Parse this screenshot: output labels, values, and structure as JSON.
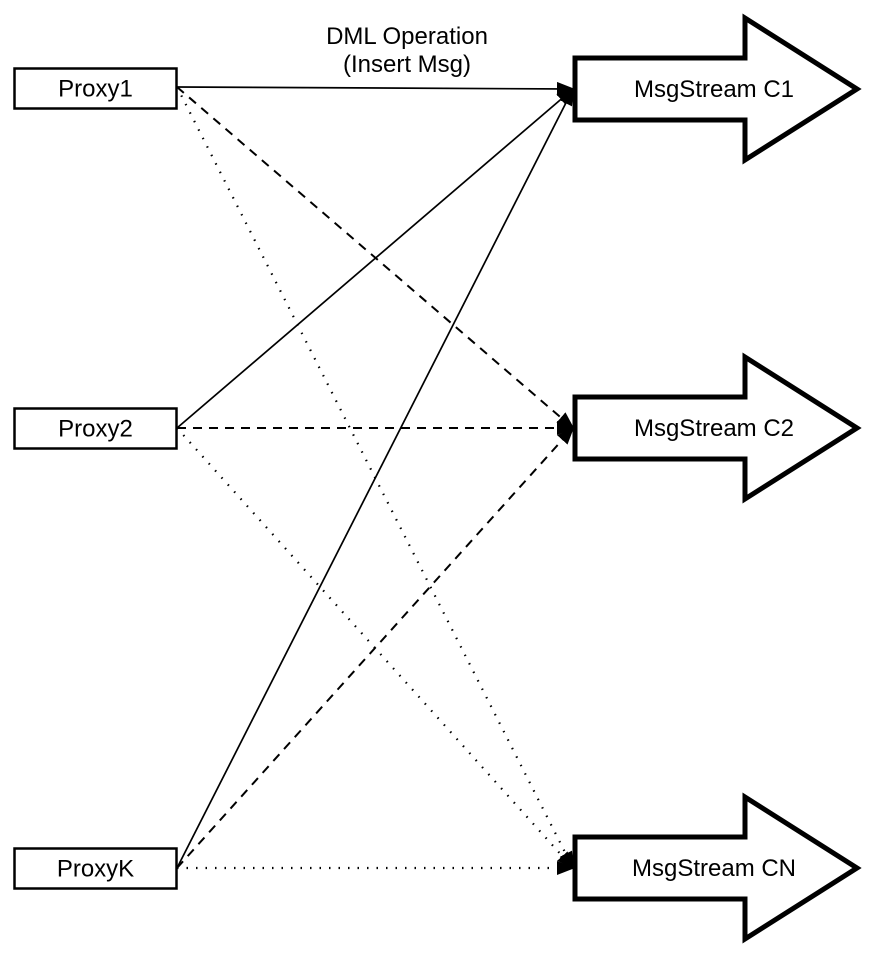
{
  "annotation": {
    "line1": "DML Operation",
    "line2": "(Insert Msg)"
  },
  "proxies": [
    {
      "id": "proxy1",
      "label": "Proxy1"
    },
    {
      "id": "proxy2",
      "label": "Proxy2"
    },
    {
      "id": "proxyk",
      "label": "ProxyK"
    }
  ],
  "streams": [
    {
      "id": "msgstream-c1",
      "label": "MsgStream C1"
    },
    {
      "id": "msgstream-c2",
      "label": "MsgStream C2"
    },
    {
      "id": "msgstream-cn",
      "label": "MsgStream CN"
    }
  ],
  "edges": [
    {
      "from": "Proxy1",
      "to": "MsgStream C1",
      "style": "solid"
    },
    {
      "from": "Proxy1",
      "to": "MsgStream C2",
      "style": "dashed"
    },
    {
      "from": "Proxy1",
      "to": "MsgStream CN",
      "style": "dotted"
    },
    {
      "from": "Proxy2",
      "to": "MsgStream C1",
      "style": "solid"
    },
    {
      "from": "Proxy2",
      "to": "MsgStream C2",
      "style": "dashed"
    },
    {
      "from": "Proxy2",
      "to": "MsgStream CN",
      "style": "dotted"
    },
    {
      "from": "ProxyK",
      "to": "MsgStream C1",
      "style": "solid"
    },
    {
      "from": "ProxyK",
      "to": "MsgStream C2",
      "style": "dashed"
    },
    {
      "from": "ProxyK",
      "to": "MsgStream CN",
      "style": "dotted"
    }
  ],
  "colors": {
    "stroke": "#000000",
    "fill": "#ffffff"
  }
}
